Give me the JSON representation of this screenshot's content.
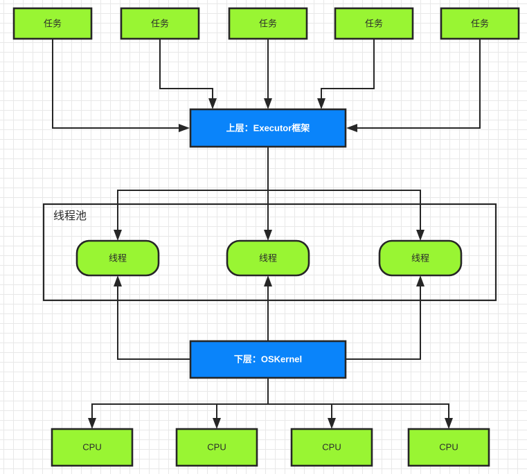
{
  "diagram": {
    "title_text_top_layer": "上层：Executor框架",
    "title_text_bottom_layer": "下层：OSKernel",
    "thread_pool_label": "线程池",
    "colors": {
      "green_fill": "#99f533",
      "blue_fill": "#0a84fa",
      "stroke": "#262626",
      "grid_minor": "#e8e8e8",
      "grid_major": "#d8d8d8",
      "blue_text": "#ffffff",
      "dark_text": "#2b2b2b"
    },
    "tasks": [
      {
        "label": "任务"
      },
      {
        "label": "任务"
      },
      {
        "label": "任务"
      },
      {
        "label": "任务"
      },
      {
        "label": "任务"
      }
    ],
    "executor": {
      "label": "上层：Executor框架"
    },
    "threads": [
      {
        "label": "线程"
      },
      {
        "label": "线程"
      },
      {
        "label": "线程"
      }
    ],
    "kernel": {
      "label": "下层：OSKernel"
    },
    "cpus": [
      {
        "label": "CPU"
      },
      {
        "label": "CPU"
      },
      {
        "label": "CPU"
      },
      {
        "label": "CPU"
      }
    ]
  }
}
